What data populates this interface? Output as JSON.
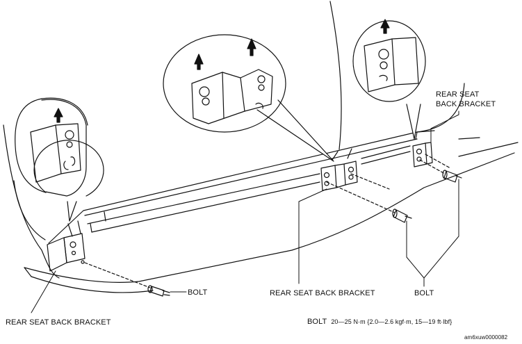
{
  "labels": {
    "bracket_left": "REAR SEAT BACK BRACKET",
    "bracket_center": "REAR SEAT BACK BRACKET",
    "bracket_right_line1": "REAR SEAT",
    "bracket_right_line2": "BACK BRACKET",
    "bolt_left": "BOLT",
    "bolt_right": "BOLT"
  },
  "torque_spec": {
    "label": "BOLT",
    "value": "20—25 N·m {2.0—2.6 kgf·m, 15—19 ft·lbf}"
  },
  "reference_code": "am6xuw0000082",
  "colors": {
    "line": "#111111",
    "arrow_fill": "#111111",
    "background": "#ffffff"
  }
}
